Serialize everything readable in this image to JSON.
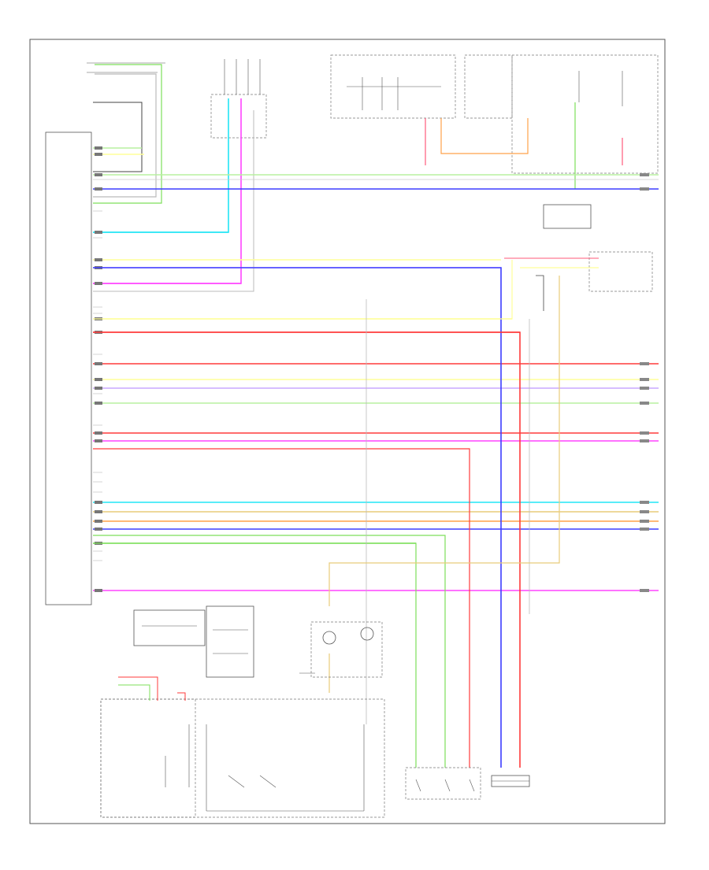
{
  "diagram": {
    "footer_left": "",
    "module_title": "",
    "bottom_label": ""
  },
  "colors": {
    "red": "#ff3b3b",
    "pink": "#ff5a7a",
    "yellow": "#ffff99",
    "green": "#7ddf5a",
    "lightgreen": "#b8f0a0",
    "blue": "#3d3dff",
    "violet": "#c8a8ff",
    "cyan": "#22e5f5",
    "magenta": "#ff44ff",
    "orange": "#ffa24a",
    "tan": "#e8cc7a",
    "gray": "#bbbbbb",
    "black": "#444444"
  },
  "wires": [
    {
      "color": "lightgreen",
      "label": ""
    },
    {
      "color": "yellow",
      "label": ""
    },
    {
      "color": "lightgreen",
      "label": ""
    },
    {
      "color": "blue",
      "label": ""
    },
    {
      "color": "cyan",
      "label": ""
    },
    {
      "color": "yellow",
      "label": ""
    },
    {
      "color": "violet",
      "label": ""
    },
    {
      "color": "magenta",
      "label": ""
    },
    {
      "color": "yellow",
      "label": ""
    },
    {
      "color": "red",
      "label": ""
    },
    {
      "color": "red",
      "label": ""
    },
    {
      "color": "yellow",
      "label": ""
    },
    {
      "color": "violet",
      "label": ""
    },
    {
      "color": "lightgreen",
      "label": ""
    },
    {
      "color": "red",
      "label": ""
    },
    {
      "color": "magenta",
      "label": ""
    },
    {
      "color": "cyan",
      "label": ""
    },
    {
      "color": "tan",
      "label": ""
    },
    {
      "color": "orange",
      "label": ""
    },
    {
      "color": "blue",
      "label": ""
    },
    {
      "color": "green",
      "label": ""
    },
    {
      "color": "magenta",
      "label": ""
    }
  ]
}
